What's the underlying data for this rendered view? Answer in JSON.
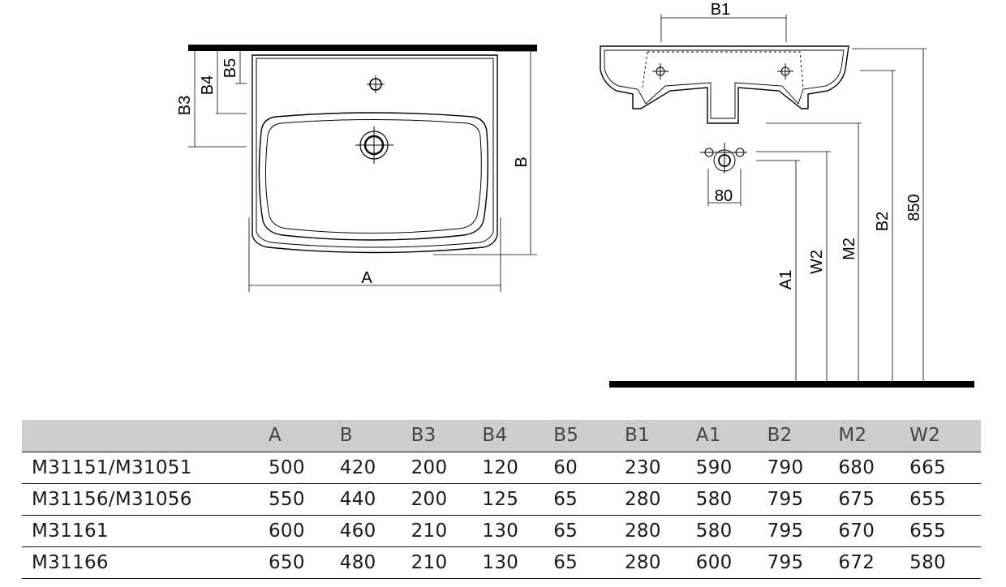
{
  "drawing": {
    "front_view": {
      "labels": {
        "width": "A",
        "depth": "B",
        "b3": "B3",
        "b4": "B4",
        "b5": "B5"
      }
    },
    "side_view": {
      "labels": {
        "b1": "B1",
        "trap": "80",
        "a1": "A1",
        "w2": "W2",
        "m2": "M2",
        "b2": "B2",
        "height": "850"
      }
    }
  },
  "table": {
    "headers": [
      "",
      "A",
      "B",
      "B3",
      "B4",
      "B5",
      "B1",
      "A1",
      "B2",
      "M2",
      "W2"
    ],
    "rows": [
      [
        "M31151/M31051",
        "500",
        "420",
        "200",
        "120",
        "60",
        "230",
        "590",
        "790",
        "680",
        "665"
      ],
      [
        "M31156/M31056",
        "550",
        "440",
        "200",
        "125",
        "65",
        "280",
        "580",
        "795",
        "675",
        "655"
      ],
      [
        "M31161",
        "600",
        "460",
        "210",
        "130",
        "65",
        "280",
        "580",
        "795",
        "670",
        "655"
      ],
      [
        "M31166",
        "650",
        "480",
        "210",
        "130",
        "65",
        "280",
        "600",
        "795",
        "672",
        "580"
      ]
    ]
  }
}
